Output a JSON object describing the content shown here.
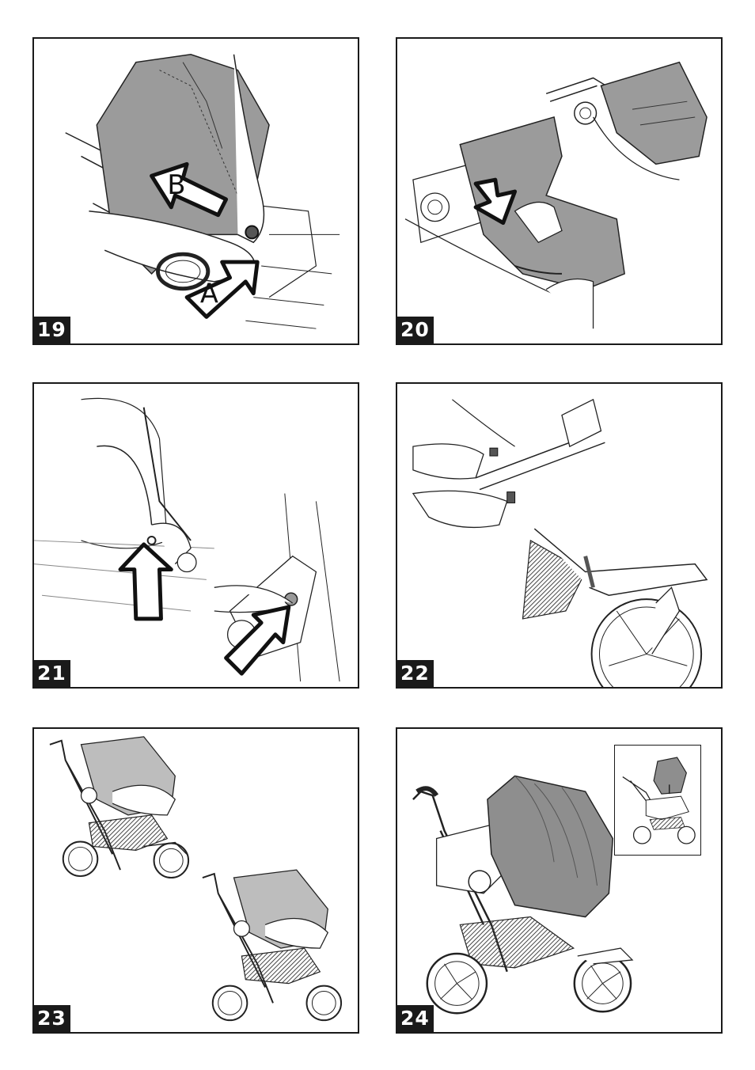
{
  "panels": [
    {
      "number": "19",
      "labels": [
        "A",
        "B"
      ]
    },
    {
      "number": "20"
    },
    {
      "number": "21"
    },
    {
      "number": "22"
    },
    {
      "number": "23"
    },
    {
      "number": "24"
    }
  ],
  "colors": {
    "fabric": "#9b9b9b",
    "fabric_dark": "#7f7f7f",
    "ink": "#1a1a1a",
    "mesh": "#5a5a5a"
  }
}
